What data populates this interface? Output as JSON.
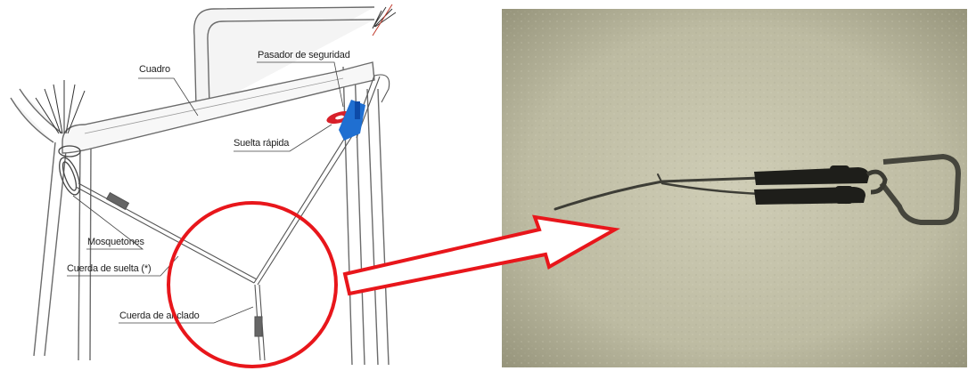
{
  "diagram": {
    "labels": {
      "frame": "Cuadro",
      "safety_pin": "Pasador de seguridad",
      "quick_release": "Suelta rápida",
      "carabiners": "Mosquetones",
      "release_rope": "Cuerda de suelta (*)",
      "anchor_rope": "Cuerda de anclado"
    }
  },
  "colors": {
    "highlight": "#e8161b",
    "safety_pin": "#d8202a",
    "quick_release": "#1f6fd1",
    "frame_stroke": "#6a6a6a",
    "floor": "#c7c6ae"
  }
}
